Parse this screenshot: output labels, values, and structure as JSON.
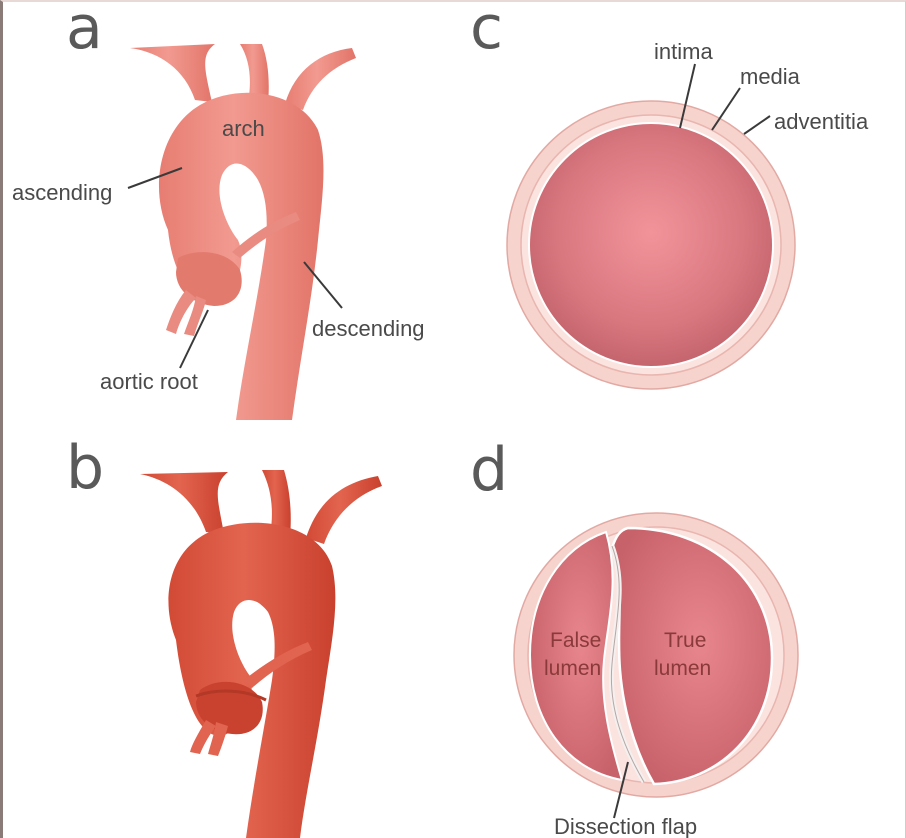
{
  "panels": {
    "a": {
      "letter": "a",
      "labels": {
        "arch": "arch",
        "ascending": "ascending",
        "descending": "descending",
        "aortic_root": "aortic root"
      }
    },
    "b": {
      "letter": "b"
    },
    "c": {
      "letter": "c",
      "labels": {
        "intima": "intima",
        "media": "media",
        "adventitia": "adventitia"
      }
    },
    "d": {
      "letter": "d",
      "labels": {
        "false_lumen_1": "False",
        "false_lumen_2": "lumen",
        "true_lumen_1": "True",
        "true_lumen_2": "lumen",
        "dissection_flap": "Dissection flap"
      }
    }
  },
  "colors": {
    "normal_aorta": "#e8857a",
    "dissected_aorta": "#d9543f",
    "lumen": "#d77a82",
    "wall": "#f3c9c4",
    "text": "#4a4a4a"
  }
}
